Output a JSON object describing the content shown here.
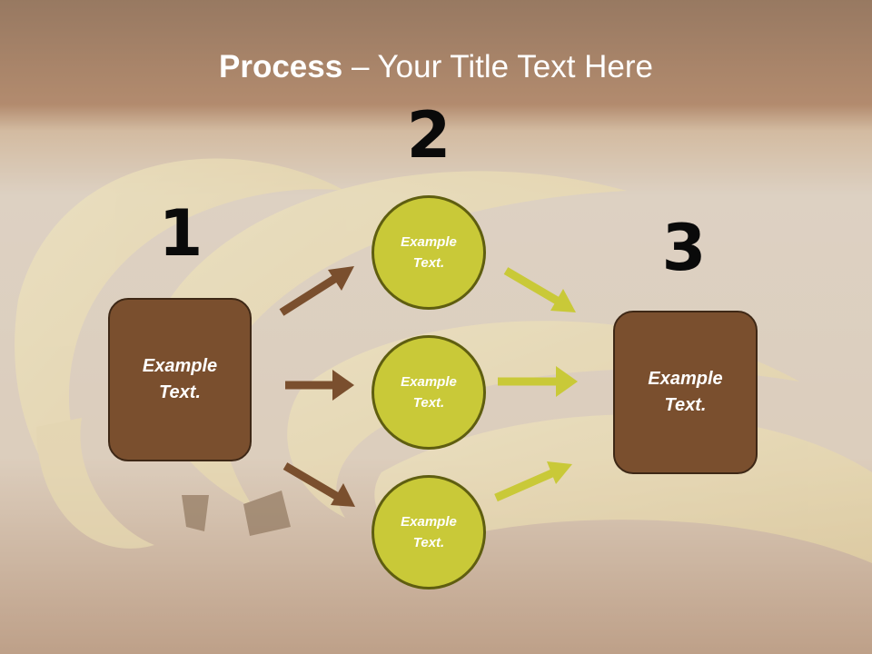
{
  "title": {
    "bold": "Process",
    "rest": " – Your Title Text Here"
  },
  "steps": [
    "1",
    "2",
    "3"
  ],
  "left_box": {
    "line1": "Example",
    "line2": "Text."
  },
  "circles": [
    {
      "line1": "Example",
      "line2": "Text."
    },
    {
      "line1": "Example",
      "line2": "Text."
    },
    {
      "line1": "Example",
      "line2": "Text."
    }
  ],
  "right_box": {
    "line1": "Example",
    "line2": "Text."
  },
  "colors": {
    "box_fill": "#7a4f2e",
    "circle_fill": "#c9c938",
    "brown_arrow": "#7a4f2e",
    "green_arrow": "#c9c938",
    "title_band": "#8a5a2e"
  }
}
